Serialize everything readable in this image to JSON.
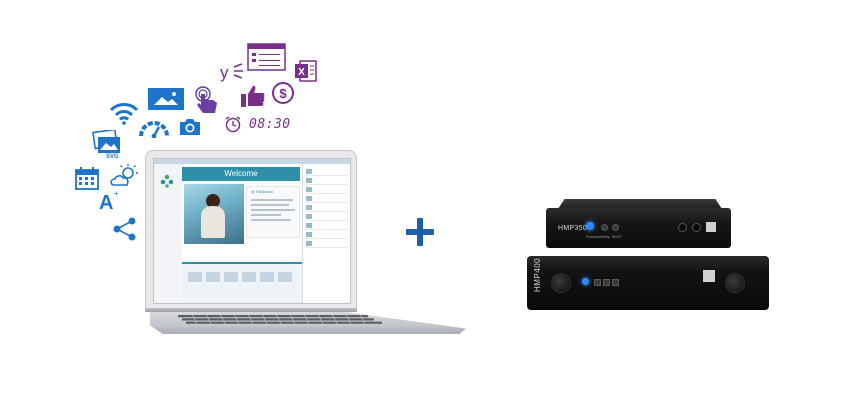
{
  "laptop": {
    "screen": {
      "banner_text": "Welcome",
      "tweet_label": "@ Thirdlandia"
    }
  },
  "icons": {
    "clock_text": "08:30",
    "svg_label": "SVG",
    "excel_letter": "X",
    "yammer_letter": "y",
    "font_letter": "A"
  },
  "players": {
    "upper": {
      "model": "HMP350",
      "labels": [
        "Power",
        "Activity",
        "Wi-Fi"
      ]
    },
    "lower": {
      "model": "HMP400"
    }
  },
  "colors": {
    "blue": "#1e74c8",
    "purple": "#7a2e8c",
    "plus": "#1e5fa8",
    "device": "#111112"
  }
}
